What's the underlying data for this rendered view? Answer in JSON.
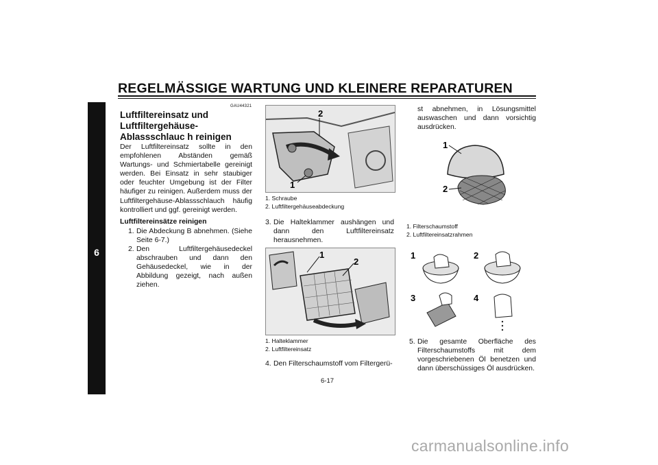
{
  "header": {
    "title": "REGELMÄSSIGE WARTUNG UND KLEINERE REPARATUREN"
  },
  "chapter_tab": {
    "number": "6"
  },
  "doc_code": "GAU44321",
  "section": {
    "title": "Luftfiltereinsatz und Luftfiltergehäuse-Ablassschlauc h reinigen"
  },
  "intro": "Der Luftfiltereinsatz sollte in den empfohlenen Abständen gemäß Wartungs- und Schmiertabelle gereinigt werden. Bei Einsatz in sehr staubiger oder feuchter Umgebung ist der Filter häufiger zu reinigen. Außerdem muss der Luftfiltergehäuse-Ablassschlauch häufig kontrolliert und ggf. gereinigt werden.",
  "subheading": "Luftfiltereinsätze reinigen",
  "steps": [
    {
      "num": "1.",
      "text": "Die Abdeckung B abnehmen. (Siehe Seite 6-7.)"
    },
    {
      "num": "2.",
      "text": "Den Luftfiltergehäusedeckel abschrauben und dann den Gehäusedeckel, wie in der Abbildung gezeigt, nach außen ziehen."
    },
    {
      "num": "3.",
      "text": "Die Halteklammer aushängen und dann den Luftfiltereinsatz herausnehmen."
    },
    {
      "num": "4.",
      "text": "Den Filterschaumstoff vom Filtergerü-"
    },
    {
      "num": "5.",
      "text": "Die gesamte Oberfläche des Filterschaumstoffs mit dem vorgeschriebenen Öl benetzen und dann überschüssiges Öl ausdrücken."
    }
  ],
  "step4_cont": "st abnehmen, in Lösungsmittel auswaschen und dann vorsichtig ausdrücken.",
  "figure1": {
    "labels": [
      "1",
      "2"
    ],
    "captions": [
      "1. Schraube",
      "2. Luftfiltergehäuseabdeckung"
    ]
  },
  "figure2": {
    "labels": [
      "1",
      "2"
    ],
    "captions": [
      "1. Halteklammer",
      "2. Luftfiltereinsatz"
    ]
  },
  "figure3": {
    "labels": [
      "1",
      "2"
    ],
    "captions": [
      "1. Filterschaumstoff",
      "2. Luftfiltereinsatzrahmen"
    ]
  },
  "figure4": {
    "labels": [
      "1",
      "2",
      "3",
      "4"
    ]
  },
  "page_number": "6-17",
  "watermark": "carmanualsonline.info"
}
